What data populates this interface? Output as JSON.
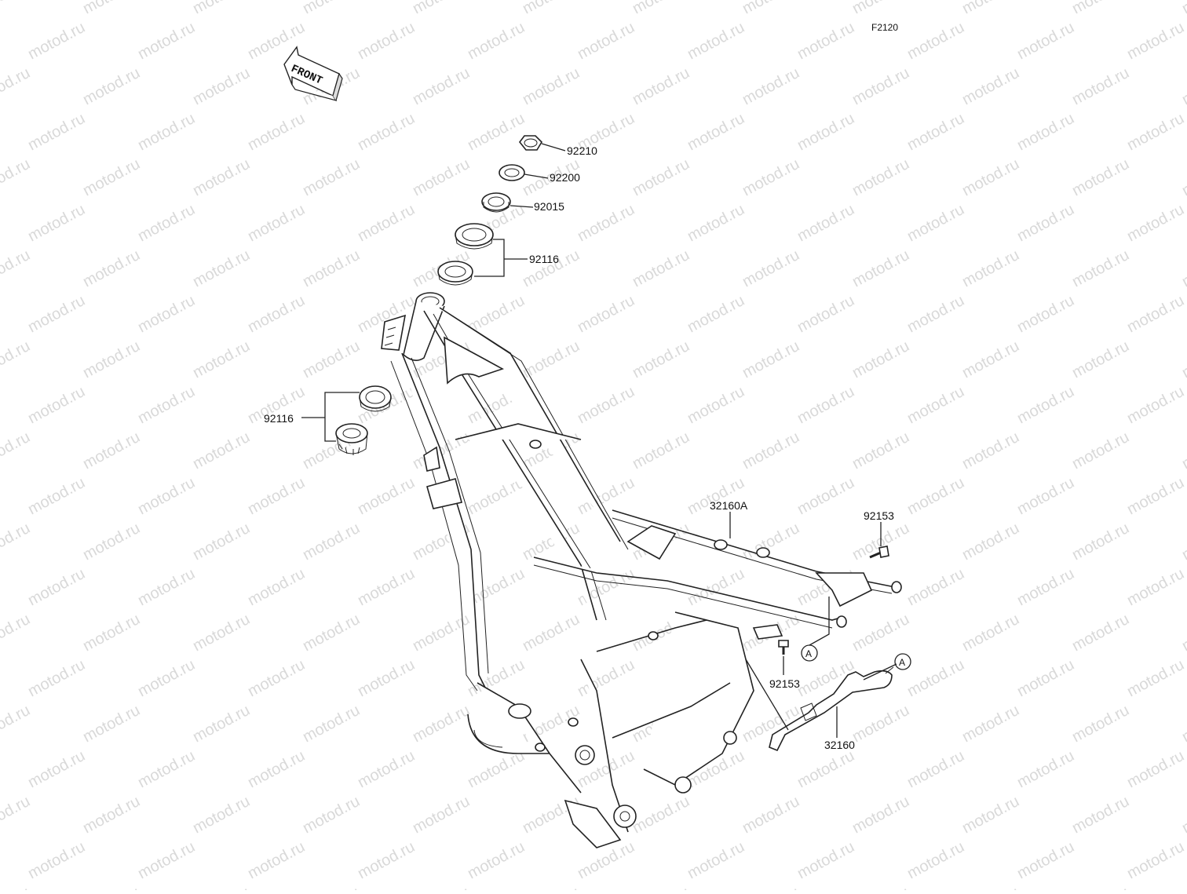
{
  "diagram": {
    "figure_code": "F2120",
    "watermark_text": "motod.ru",
    "direction_label": "FRONT",
    "callout_letter": "A",
    "parts": [
      {
        "id": "p92210",
        "label": "92210"
      },
      {
        "id": "p92200",
        "label": "92200"
      },
      {
        "id": "p92015",
        "label": "92015"
      },
      {
        "id": "p92116_upper",
        "label": "92116"
      },
      {
        "id": "p92116_lower",
        "label": "92116"
      },
      {
        "id": "p32160A",
        "label": "32160A"
      },
      {
        "id": "p92153_top",
        "label": "92153"
      },
      {
        "id": "p92153_mid",
        "label": "92153"
      },
      {
        "id": "p32160",
        "label": "32160"
      }
    ]
  }
}
